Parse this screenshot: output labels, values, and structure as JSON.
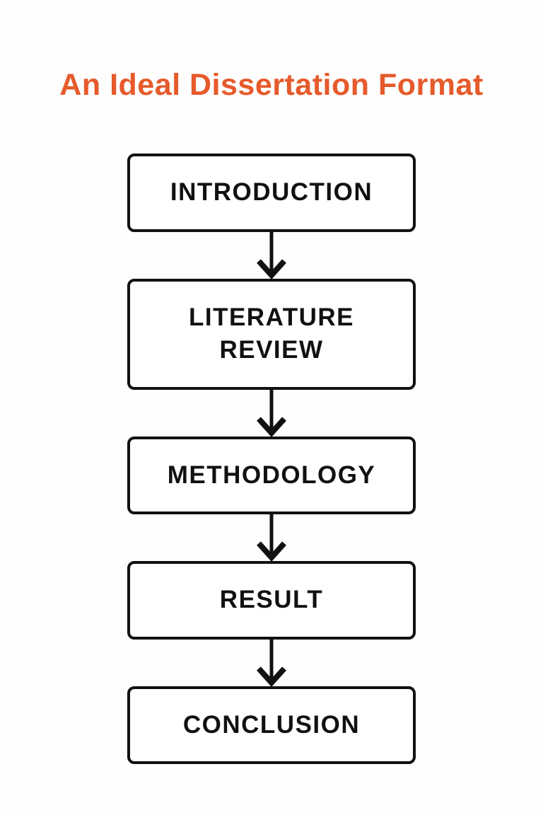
{
  "title": {
    "text": "An Ideal Dissertation Format",
    "color": "#e65a2b"
  },
  "flowchart": {
    "box_border_color": "#111111",
    "box_fill_color": "#ffffff",
    "text_color": "#111111",
    "arrow_color": "#111111",
    "steps": [
      {
        "label": "INTRODUCTION"
      },
      {
        "label": "LITERATURE\nREVIEW"
      },
      {
        "label": "METHODOLOGY"
      },
      {
        "label": "RESULT"
      },
      {
        "label": "CONCLUSION"
      }
    ]
  }
}
